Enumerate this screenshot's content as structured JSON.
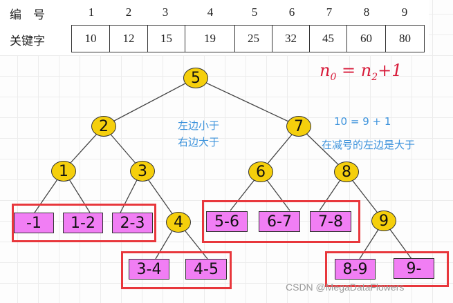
{
  "table": {
    "row1_label": "编　号",
    "row2_label": "关键字",
    "numbers": [
      "1",
      "2",
      "3",
      "4",
      "5",
      "6",
      "7",
      "8",
      "9"
    ],
    "keys": [
      "10",
      "12",
      "15",
      "19",
      "25",
      "32",
      "45",
      "60",
      "80"
    ]
  },
  "tree": {
    "nodes": {
      "n5": "5",
      "n2": "2",
      "n7": "7",
      "n1": "1",
      "n3": "3",
      "n6": "6",
      "n8": "8",
      "n4": "4",
      "n9": "9"
    },
    "leaves": {
      "l0": "-1",
      "l1": "1-2",
      "l2": "2-3",
      "l3": "3-4",
      "l4": "4-5",
      "l5": "5-6",
      "l6": "6-7",
      "l7": "7-8",
      "l8": "8-9",
      "l9": "9-"
    },
    "colors": {
      "node_fill": "#f5cf0c",
      "leaf_fill": "#f17ef4",
      "highlight_box": "#e8373c",
      "annotation_text": "#3d93dc",
      "formula_text": "#d81b3a"
    }
  },
  "annotations": {
    "left_small": "左边小于",
    "right_big": "右边大于",
    "equation": "10 = 9 + 1",
    "minus_left": "在减号的左边是大于",
    "formula_n0": "n",
    "formula_sub0": "0",
    "formula_eq": " = n",
    "formula_sub2": "2",
    "formula_tail": "+1"
  },
  "watermark": "CSDN @MegaDataFlowers"
}
